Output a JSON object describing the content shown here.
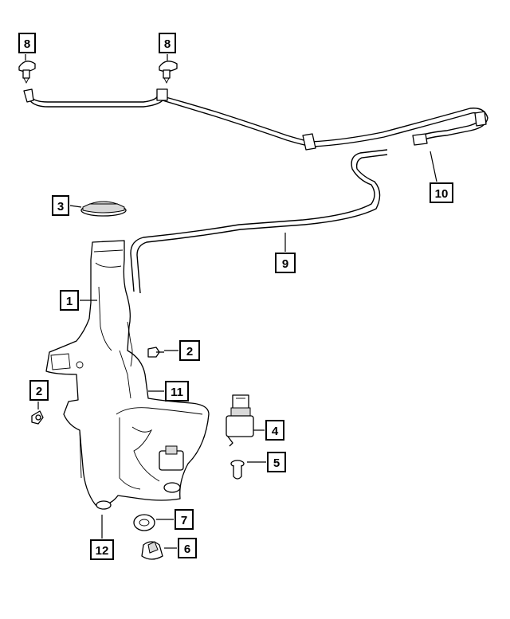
{
  "callouts": [
    {
      "id": "c8a",
      "label": "8"
    },
    {
      "id": "c8b",
      "label": "8"
    },
    {
      "id": "c10",
      "label": "10"
    },
    {
      "id": "c3",
      "label": "3"
    },
    {
      "id": "c9",
      "label": "9"
    },
    {
      "id": "c1",
      "label": "1"
    },
    {
      "id": "c2a",
      "label": "2"
    },
    {
      "id": "c2b",
      "label": "2"
    },
    {
      "id": "c11",
      "label": "11"
    },
    {
      "id": "c4",
      "label": "4"
    },
    {
      "id": "c5",
      "label": "5"
    },
    {
      "id": "c7",
      "label": "7"
    },
    {
      "id": "c12",
      "label": "12"
    },
    {
      "id": "c6",
      "label": "6"
    }
  ]
}
